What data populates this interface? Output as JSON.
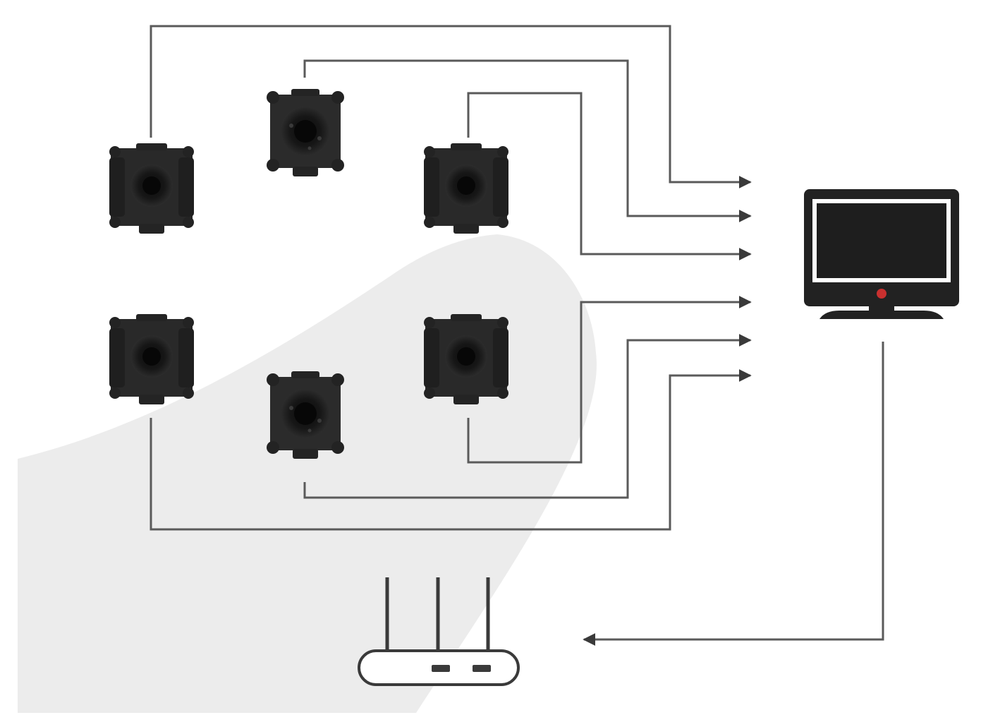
{
  "diagram": {
    "background": "#ffffff",
    "fov_color": "#ececec",
    "wire_color": "#5a5a5a",
    "device_body_color": "#2a2a2a",
    "device_face_color": "#1a1a1a",
    "monitor_indicator_color": "#c8302f",
    "nodes": [
      {
        "id": "camera-1",
        "icon": "depth-camera-icon"
      },
      {
        "id": "camera-2",
        "icon": "depth-camera-icon"
      },
      {
        "id": "camera-3",
        "icon": "depth-camera-icon"
      },
      {
        "id": "camera-4",
        "icon": "depth-camera-icon"
      },
      {
        "id": "camera-5",
        "icon": "depth-camera-icon"
      },
      {
        "id": "camera-6",
        "icon": "depth-camera-icon"
      },
      {
        "id": "computer",
        "icon": "monitor-icon"
      },
      {
        "id": "router",
        "icon": "wifi-router-icon"
      }
    ],
    "edges": [
      {
        "from": "camera-1",
        "to": "computer"
      },
      {
        "from": "camera-2",
        "to": "computer"
      },
      {
        "from": "camera-3",
        "to": "computer"
      },
      {
        "from": "camera-6",
        "to": "computer"
      },
      {
        "from": "camera-5",
        "to": "computer"
      },
      {
        "from": "camera-4",
        "to": "computer"
      },
      {
        "from": "computer",
        "to": "router"
      }
    ]
  }
}
